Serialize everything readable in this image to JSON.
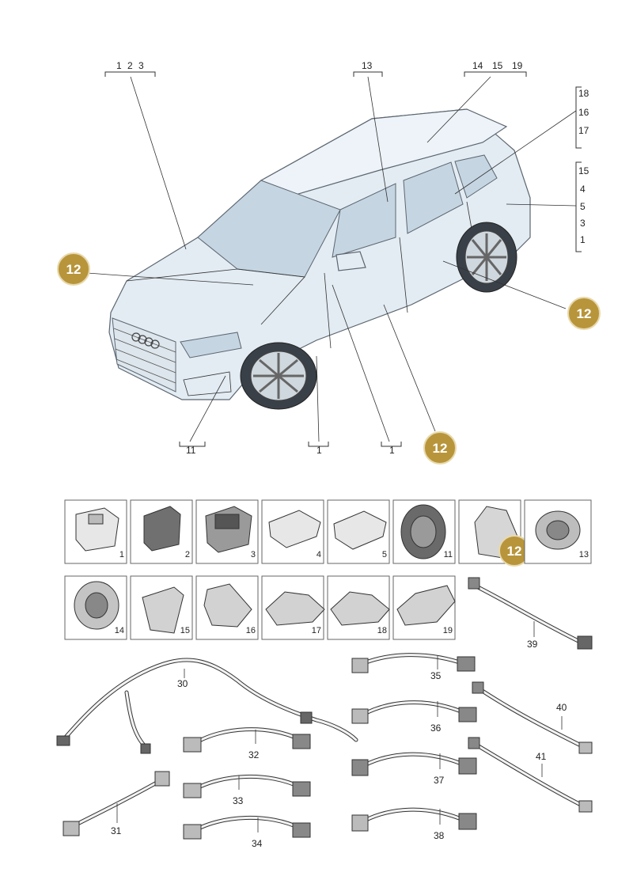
{
  "car_labels": {
    "top_left": [
      "1",
      "2",
      "3"
    ],
    "top_mid": "13",
    "top_right": [
      "14",
      "15",
      "19"
    ],
    "right_column_upper": [
      "18",
      "16",
      "17"
    ],
    "right_column_lower": [
      "15",
      "4",
      "5",
      "3",
      "1"
    ],
    "bottom_a": "11",
    "bottom_b": "1",
    "bottom_c": "1"
  },
  "callouts": [
    "12",
    "12",
    "12",
    "12"
  ],
  "component_grid": {
    "row1": [
      "1",
      "2",
      "3",
      "4",
      "5",
      "11",
      "",
      "13"
    ],
    "row2": [
      "14",
      "15",
      "16",
      "17",
      "18",
      "19"
    ]
  },
  "harness_labels": {
    "l39": "39",
    "l30": "30",
    "l35": "35",
    "l40": "40",
    "l36": "36",
    "l32": "32",
    "l41": "41",
    "l37": "37",
    "l33": "33",
    "l31": "31",
    "l34": "34",
    "l38": "38"
  },
  "colors": {
    "callout": "#b8953a",
    "car_body": "#e3ecf3"
  }
}
